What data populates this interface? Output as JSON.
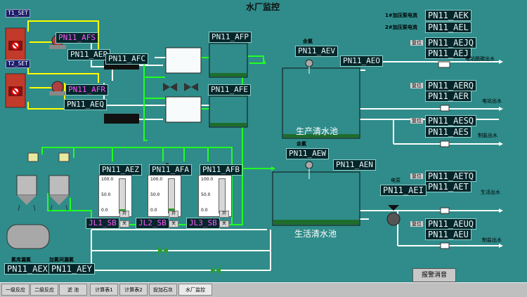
{
  "title": "水厂监控",
  "tanks": {
    "production": "生产清水池",
    "living": "生活清水池"
  },
  "set_labels": [
    "T1_SET",
    "T2_SET"
  ],
  "tags": {
    "afs": "PN11_AFS",
    "aep": "PN11_AEP",
    "afc": "PN11_AFC",
    "afr": "PN11_AFR",
    "aeq": "PN11_AEQ",
    "afp": "PN11_AFP",
    "afe": "PN11_AFE",
    "aev": "PN11_AEV",
    "aeo": "PN11_AEO",
    "aew": "PN11_AEW",
    "aen": "PN11_AEN",
    "aez": "PN11_AEZ",
    "afa": "PN11_AFA",
    "afb": "PN11_AFB",
    "aex": "PN11_AEX",
    "aey": "PN11_AEY",
    "aek": "PN11_AEK",
    "ael": "PN11_AEL",
    "aejq": "PN11_AEJQ",
    "aej": "PN11_AEJ",
    "aerq": "PN11_AERQ",
    "aer": "PN11_AER",
    "aesq": "PN11_AESQ",
    "aes": "PN11_AES",
    "aetq": "PN11_AETQ",
    "aet": "PN11_AET",
    "aei": "PN11_AEI",
    "aeuq": "PN11_AEUQ",
    "aeu": "PN11_AEU"
  },
  "jl_tags": [
    "JL1_SB",
    "JL2_SB",
    "JL3_SB"
  ],
  "labels": {
    "chlorine": "余氯",
    "pump1": "1#加压泵电流",
    "pump2": "2#加压泵电流",
    "reset": "复位",
    "station_out": "电站脱碳出水",
    "power_out": "电站出水",
    "prep_out": "制盐出水",
    "living_out": "生活出水",
    "chem_out": "制盐出水",
    "elec_pump": "电泵",
    "chlorine_store": "氯库漏氯",
    "chlorine_room": "加氯间漏氯",
    "alarm_reset": "报警消音",
    "open": "开",
    "close": "关",
    "gauge_top": "100.0",
    "gauge_mid": "50.0",
    "gauge_bot": "0.0"
  },
  "gauges": [
    {
      "name": "aez",
      "level": 0.1
    },
    {
      "name": "afa",
      "level": 0.12
    },
    {
      "name": "afb",
      "level": 0.05
    }
  ],
  "nav": [
    "一级反应",
    "二级反应",
    "滤 池",
    "计算表1",
    "计算表2",
    "投加石灰",
    "水厂监控"
  ],
  "active_tab": "水厂监控",
  "colors": {
    "background": "#2f8c8a",
    "pipe_green": "#22ff22",
    "pipe_yellow": "#ffff00",
    "pipe_white": "#ffffff",
    "tag_bg": "#04262a",
    "alarm_red": "#ff2222",
    "water": "#1e6d2c"
  }
}
